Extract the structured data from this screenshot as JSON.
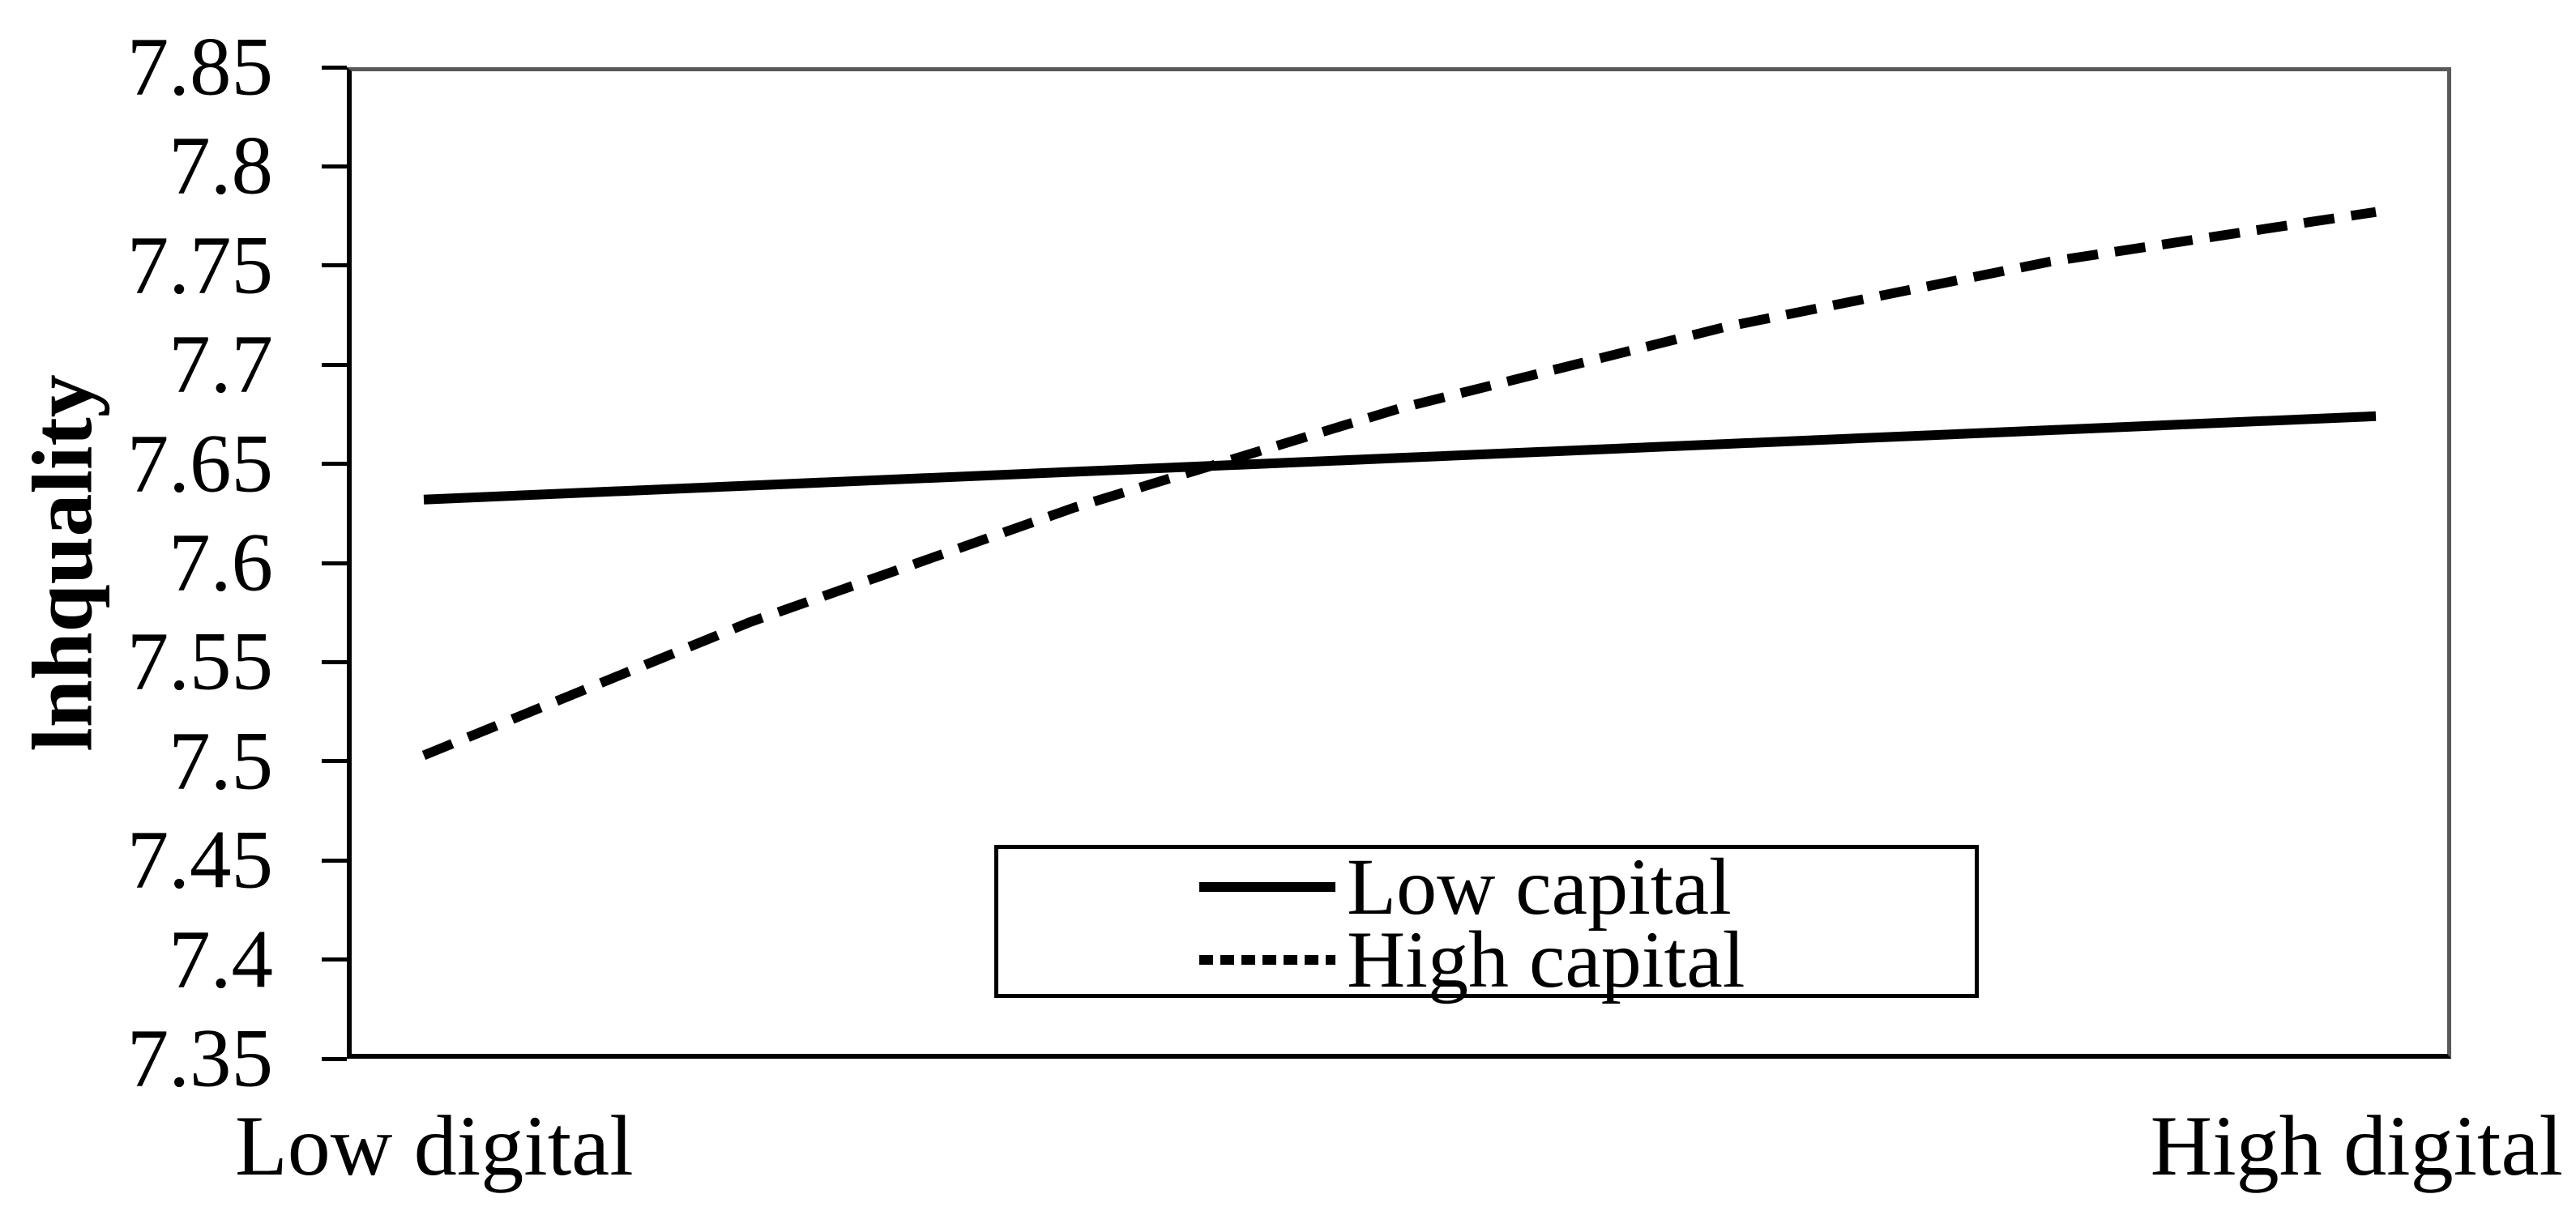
{
  "chart_data": {
    "type": "line",
    "title": "",
    "ylabel": "lnhquality",
    "xlabel": "",
    "x_categories": [
      "Low digital",
      "High digital"
    ],
    "ylim": [
      7.35,
      7.85
    ],
    "y_ticks": [
      7.85,
      7.8,
      7.75,
      7.7,
      7.65,
      7.6,
      7.55,
      7.5,
      7.45,
      7.4,
      7.35
    ],
    "y_tick_labels": [
      "7.85",
      "7.8",
      "7.75",
      "7.7",
      "7.65",
      "7.6",
      "7.55",
      "7.5",
      "7.45",
      "7.4",
      "7.35"
    ],
    "grid": "off",
    "legend_position": "inside-bottom-center",
    "series": [
      {
        "name": "Low capital",
        "style": "solid",
        "color": "#000000",
        "values": [
          7.632,
          7.639,
          7.646,
          7.653,
          7.66,
          7.667,
          7.674
        ]
      },
      {
        "name": "High capital",
        "style": "dashed",
        "color": "#000000",
        "values": [
          7.503,
          7.57,
          7.628,
          7.678,
          7.719,
          7.752,
          7.777
        ]
      }
    ]
  },
  "legend": {
    "items": [
      {
        "label": "Low capital",
        "style": "solid"
      },
      {
        "label": "High capital",
        "style": "dashed"
      }
    ]
  },
  "colors": {
    "series": "#000000",
    "frame_top_right": "#595959",
    "frame_left_bottom": "#000000",
    "background": "#ffffff",
    "text": "#000000"
  }
}
